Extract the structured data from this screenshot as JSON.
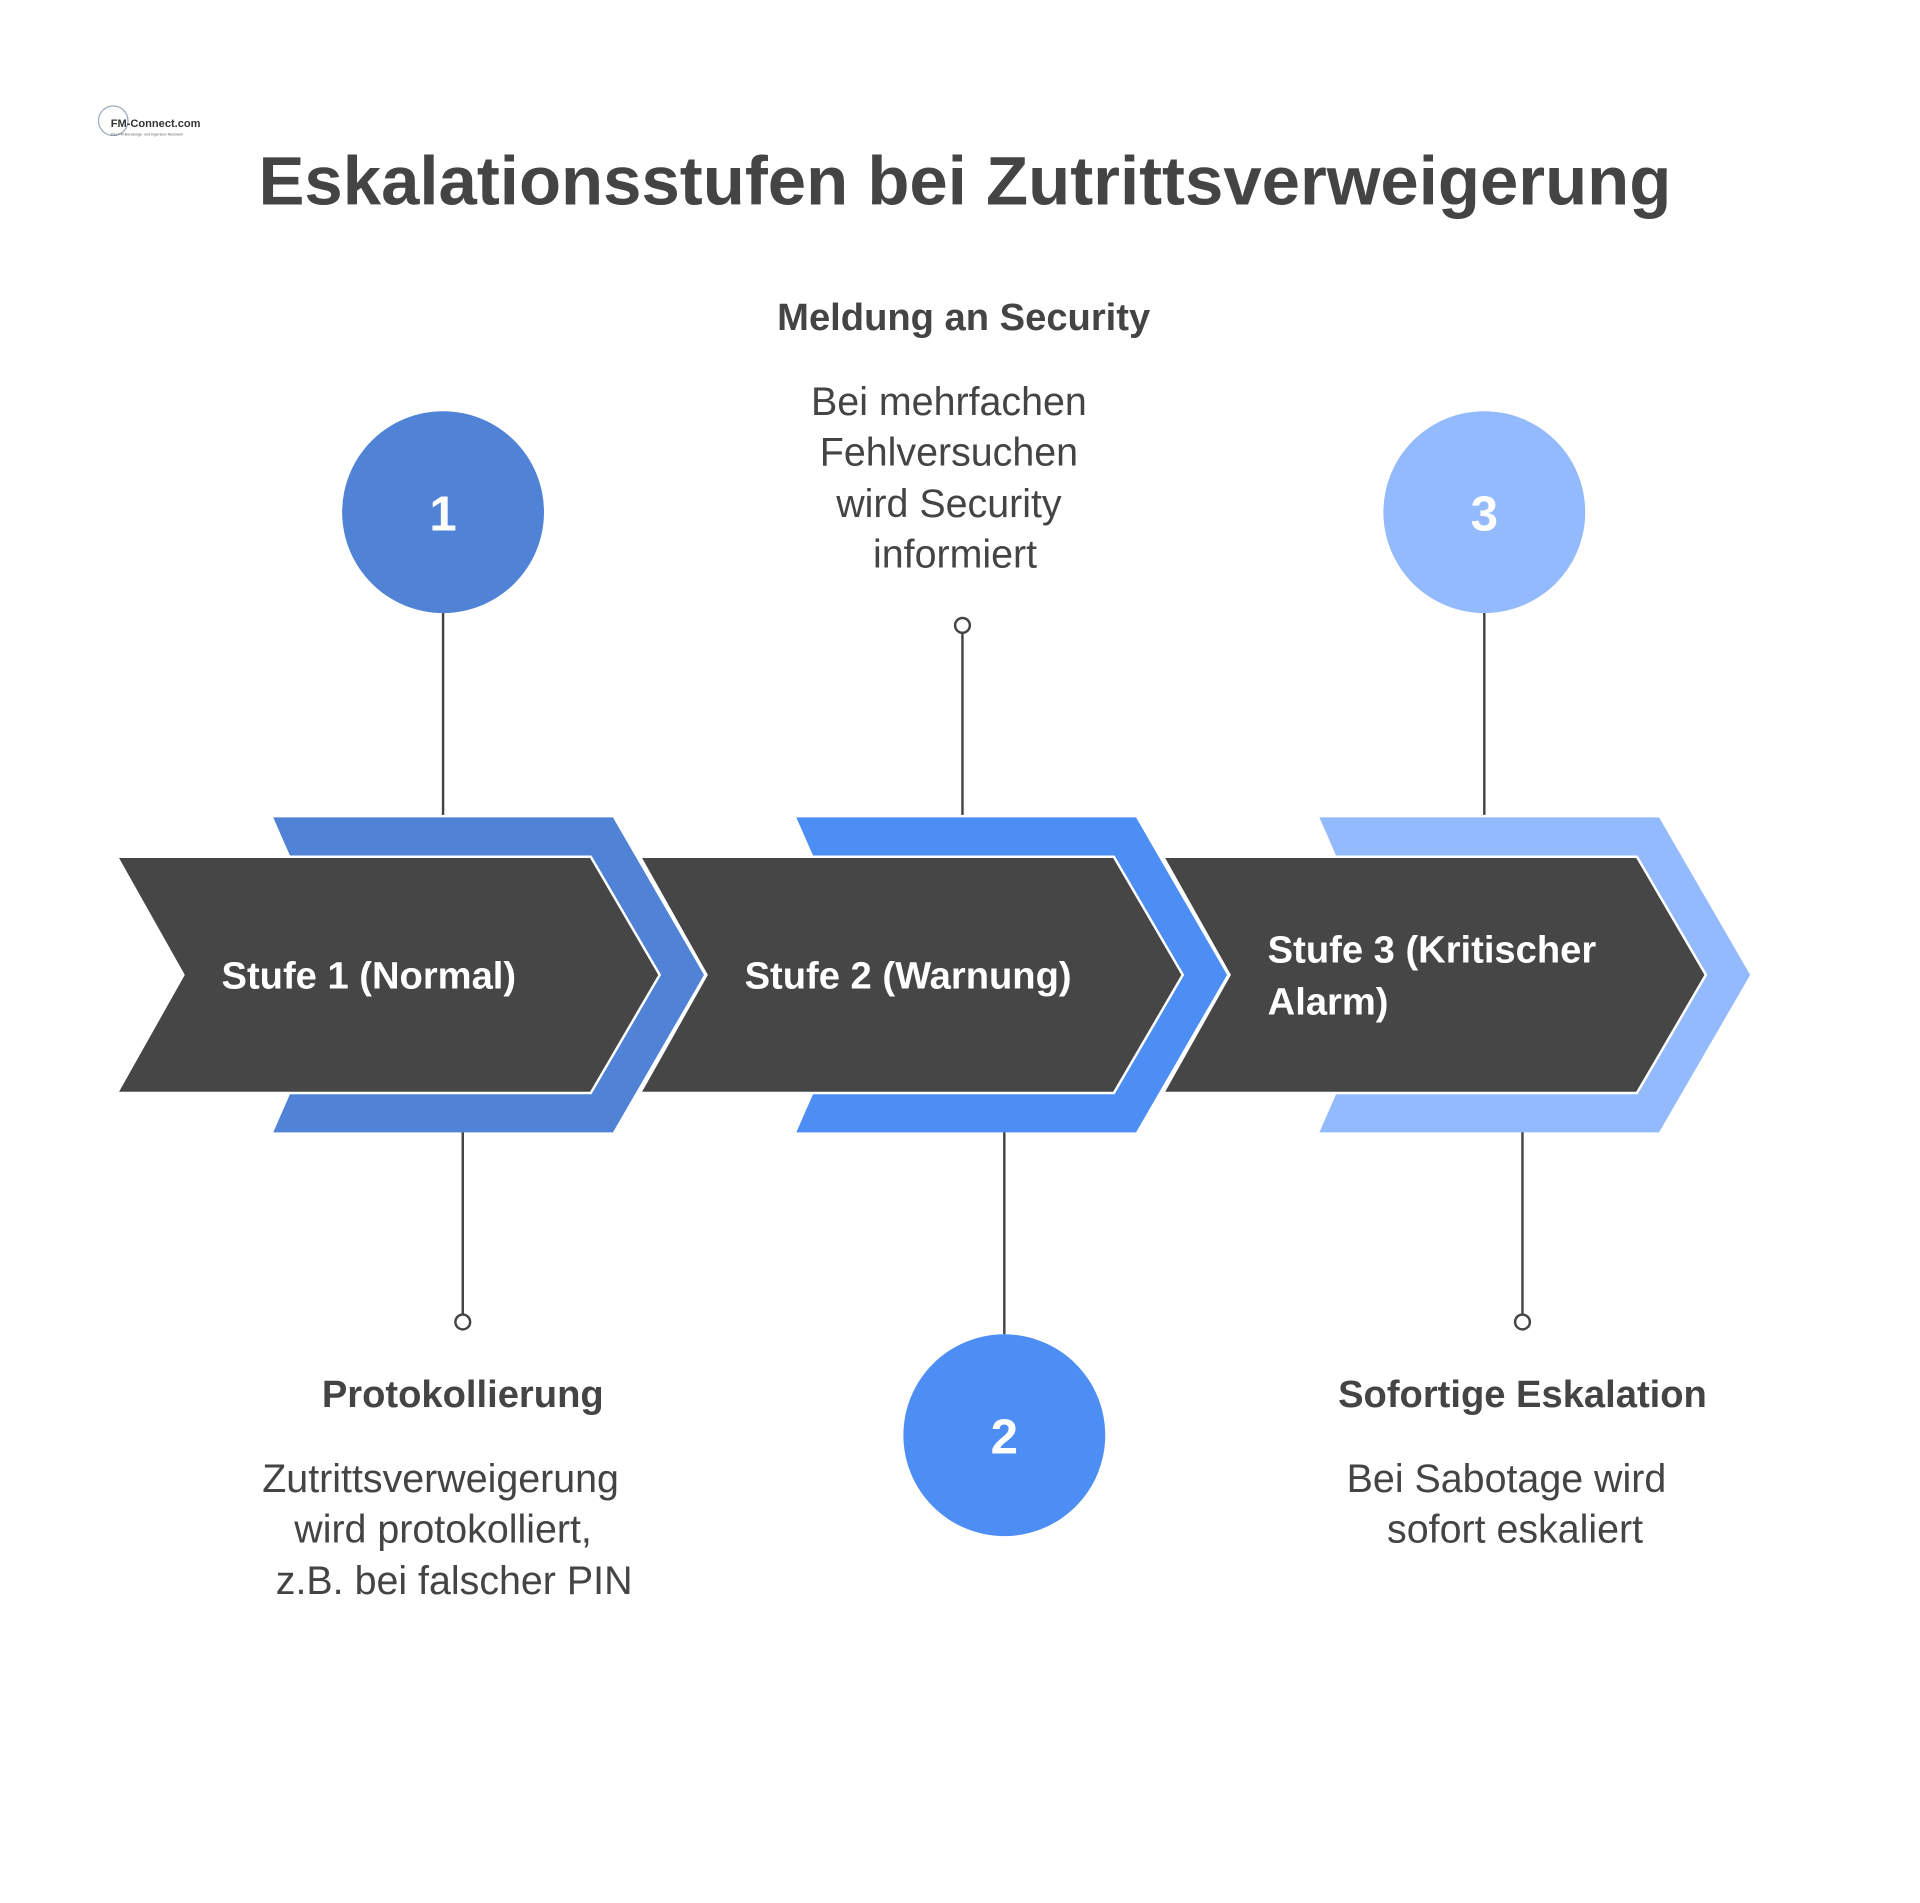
{
  "logo": {
    "text": "FM-Connect.com",
    "tagline": "Das FM-Beratungs- und Ingenieur-Netzwerk"
  },
  "title": "Eskalationsstufen bei Zutrittsverweigerung",
  "colors": {
    "stage1": "#5082d6",
    "stage2": "#4d8ef5",
    "stage3": "#93bafc",
    "arrow": "#464646",
    "text": "#444444"
  },
  "stages": [
    {
      "number": "1",
      "label": [
        "Stufe 1 (Normal)"
      ],
      "heading": "Protokollierung",
      "description": [
        "Zutrittsverweigerung",
        "wird protokolliert,",
        "z.B. bei falscher PIN"
      ]
    },
    {
      "number": "2",
      "label": [
        "Stufe 2 (Warnung)"
      ],
      "heading": "Meldung an Security",
      "description": [
        "Bei mehrfachen",
        "Fehlversuchen",
        "wird Security",
        "informiert"
      ]
    },
    {
      "number": "3",
      "label": [
        "Stufe 3 (Kritischer",
        "Alarm)"
      ],
      "heading": "Sofortige Eskalation",
      "description": [
        "Bei Sabotage wird",
        "sofort eskaliert"
      ]
    }
  ]
}
